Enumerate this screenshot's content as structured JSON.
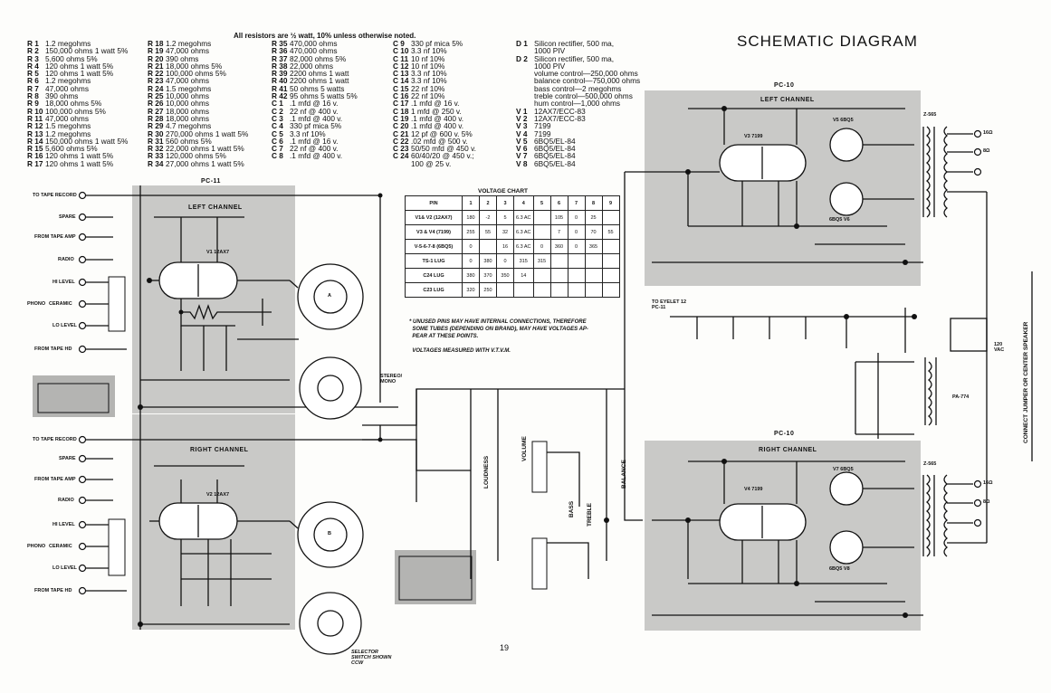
{
  "title": "SCHEMATIC DIAGRAM",
  "note": "All resistors are ½ watt, 10% unless otherwise noted.",
  "parts_col1": [
    [
      "R 1",
      "1.2 megohms"
    ],
    [
      "R 2",
      "150,000 ohms 1 watt 5%"
    ],
    [
      "R 3",
      "5,600 ohms 5%"
    ],
    [
      "R 4",
      "120 ohms 1 watt 5%"
    ],
    [
      "R 5",
      "120 ohms 1 watt 5%"
    ],
    [
      "R 6",
      "1.2 megohms"
    ],
    [
      "R 7",
      "47,000 ohms"
    ],
    [
      "R 8",
      "390 ohms"
    ],
    [
      "R 9",
      "18,000 ohms 5%"
    ],
    [
      "R 10",
      "100,000 ohms 5%"
    ],
    [
      "R 11",
      "47,000 ohms"
    ],
    [
      "R 12",
      "1.5 megohms"
    ],
    [
      "R 13",
      "1.2 megohms"
    ],
    [
      "R 14",
      "150,000 ohms 1 watt 5%"
    ],
    [
      "R 15",
      "5,600 ohms 5%"
    ],
    [
      "R 16",
      "120 ohms 1 watt 5%"
    ],
    [
      "R 17",
      "120 ohms 1 watt 5%"
    ]
  ],
  "parts_col2": [
    [
      "R 18",
      "1.2 megohms"
    ],
    [
      "R 19",
      "47,000 ohms"
    ],
    [
      "R 20",
      "390 ohms"
    ],
    [
      "R 21",
      "18,000 ohms 5%"
    ],
    [
      "R 22",
      "100,000 ohms 5%"
    ],
    [
      "R 23",
      "47,000 ohms"
    ],
    [
      "R 24",
      "1.5 megohms"
    ],
    [
      "R 25",
      "10,000 ohms"
    ],
    [
      "R 26",
      "10,000 ohms"
    ],
    [
      "R 27",
      "18,000 ohms"
    ],
    [
      "R 28",
      "18,000 ohms"
    ],
    [
      "R 29",
      "4.7 megohms"
    ],
    [
      "R 30",
      "270,000 ohms 1 watt 5%"
    ],
    [
      "R 31",
      "560 ohms 5%"
    ],
    [
      "R 32",
      "22,000 ohms 1 watt 5%"
    ],
    [
      "R 33",
      "120,000 ohms 5%"
    ],
    [
      "R 34",
      "27,000 ohms 1 watt 5%"
    ]
  ],
  "parts_col3": [
    [
      "R 35",
      "470,000 ohms"
    ],
    [
      "R 36",
      "470,000 ohms"
    ],
    [
      "R 37",
      "82,000 ohms 5%"
    ],
    [
      "R 38",
      "22,000 ohms"
    ],
    [
      "R 39",
      "2200 ohms 1 watt"
    ],
    [
      "R 40",
      "2200 ohms 1 watt"
    ],
    [
      "R 41",
      "50 ohms 5 watts"
    ],
    [
      "R 42",
      "95 ohms 5 watts 5%"
    ],
    [
      "C 1",
      ".1 mfd @ 16 v."
    ],
    [
      "C 2",
      "22 nf @ 400 v."
    ],
    [
      "C 3",
      ".1 mfd @ 400 v."
    ],
    [
      "C 4",
      "330 pf mica 5%"
    ],
    [
      "C 5",
      "3.3 nf 10%"
    ],
    [
      "C 6",
      ".1 mfd @ 16 v."
    ],
    [
      "C 7",
      "22 nf @ 400 v."
    ],
    [
      "C 8",
      ".1 mfd @ 400 v."
    ]
  ],
  "parts_col4": [
    [
      "C 9",
      "330 pf mica 5%"
    ],
    [
      "C 10",
      "3.3 nf 10%"
    ],
    [
      "C 11",
      "10 nf 10%"
    ],
    [
      "C 12",
      "10 nf 10%"
    ],
    [
      "C 13",
      "3.3 nf 10%"
    ],
    [
      "C 14",
      "3.3 nf 10%"
    ],
    [
      "C 15",
      "22 nf 10%"
    ],
    [
      "C 16",
      "22 nf 10%"
    ],
    [
      "C 17",
      ".1 mfd @ 16 v."
    ],
    [
      "C 18",
      "1 mfd @ 250 v."
    ],
    [
      "C 19",
      ".1 mfd @ 400 v."
    ],
    [
      "C 20",
      ".1 mfd @ 400 v."
    ],
    [
      "C 21",
      "12 pf @ 600 v. 5%"
    ],
    [
      "C 22",
      ".02 mfd @ 500 v."
    ],
    [
      "C 23",
      "50/50 mfd @ 450 v."
    ],
    [
      "C 24",
      "60/40/20 @ 450 v.;"
    ],
    [
      "",
      "100 @ 25 v."
    ]
  ],
  "parts_col5": [
    [
      "D 1",
      "Silicon rectifier, 500 ma,"
    ],
    [
      "",
      "1000 PIV"
    ],
    [
      "D 2",
      "Silicon rectifier, 500 ma,"
    ],
    [
      "",
      "1000 PIV"
    ],
    [
      "",
      "volume control—250,000 ohms"
    ],
    [
      "",
      "balance control—750,000 ohms"
    ],
    [
      "",
      "bass control—2 megohms"
    ],
    [
      "",
      "treble control—500,000 ohms"
    ],
    [
      "",
      "hum control—1,000 ohms"
    ],
    [
      "V 1",
      "12AX7/ECC-83"
    ],
    [
      "V 2",
      "12AX7/ECC-83"
    ],
    [
      "V 3",
      "7199"
    ],
    [
      "V 4",
      "7199"
    ],
    [
      "V 5",
      "6BQ5/EL-84"
    ],
    [
      "V 6",
      "6BQ5/EL-84"
    ],
    [
      "V 7",
      "6BQ5/EL-84"
    ],
    [
      "V 8",
      "6BQ5/EL-84"
    ]
  ],
  "labels": {
    "pc11": "PC-11",
    "left_channel": "LEFT CHANNEL",
    "right_channel": "RIGHT CHANNEL",
    "pc10": "PC-10",
    "pc10b": "PC-10",
    "to_tape_record": "TO TAPE RECORD",
    "spare": "SPARE",
    "from_tape_amp": "FROM TAPE AMP",
    "radio": "RADIO",
    "hi_level": "HI LEVEL",
    "phono": "PHONO",
    "ceramic": "CERAMIC",
    "lo_level": "LO LEVEL",
    "from_tape_hd": "FROM TAPE HD",
    "to_tape_record2": "TO TAPE RECORD",
    "spare2": "SPARE",
    "from_tape_amp2": "FROM TAPE AMP",
    "radio2": "RADIO",
    "hi_level2": "HI LEVEL",
    "phono2": "PHONO",
    "ceramic2": "CERAMIC",
    "lo_level2": "LO LEVEL",
    "from_tape_hd2": "FROM TAPE HD",
    "z565a": "Z-565",
    "z565b": "Z-565",
    "pa774": "PA-774",
    "stereo_mono": "STEREO/ MONO",
    "selector": "SELECTOR SWITCH SHOWN CCW",
    "eyelet": "TO EYELET 12 PC-11",
    "balance": "BALANCE",
    "treble": "TREBLE",
    "bass": "BASS",
    "volume": "VOLUME",
    "loudness": "LOUDNESS",
    "connect": "CONNECT JUMPER OR CENTER SPEAKER",
    "ohm16a": "16Ω",
    "ohm8a": "8Ω",
    "ohm16b": "16Ω",
    "ohm8b": "8Ω",
    "vac": "120 VAC",
    "v1": "V1 12AX7",
    "v2": "V2 12AX7",
    "v3": "V3 7199",
    "v4": "V4 7199",
    "v5": "V5 6BQ5",
    "v6": "6BQ5 V6",
    "v7": "V7 6BQ5",
    "v8": "6BQ5 V8",
    "cap_a": "A",
    "cap_b": "B"
  },
  "voltage_chart": {
    "title": "VOLTAGE CHART",
    "header": [
      "PIN",
      "1",
      "2",
      "3",
      "4",
      "5",
      "6",
      "7",
      "8",
      "9"
    ],
    "rows": [
      [
        "V1& V2 (12AX7)",
        "180",
        "-2",
        "5",
        "6.3 AC",
        "",
        "105",
        "0",
        "25",
        ""
      ],
      [
        "V3 & V4 (7199)",
        "255",
        "55",
        "32",
        "6.3 AC",
        "",
        "7",
        "0",
        "70",
        "55"
      ],
      [
        "V-5-6-7-8 (6BQ5)",
        "0",
        "",
        "16",
        "6.3 AC",
        "0",
        "360",
        "0",
        "365",
        ""
      ],
      [
        "TS-1 LUG",
        "0",
        "380",
        "0",
        "315",
        "315",
        "",
        "",
        "",
        ""
      ],
      [
        "C24 LUG",
        "380",
        "370",
        "350",
        "14",
        "",
        "",
        "",
        "",
        ""
      ],
      [
        "C23 LUG",
        "320",
        "250",
        "",
        "",
        "",
        "",
        "",
        "",
        ""
      ]
    ]
  },
  "footnote": "* UNUSED PINS MAY HAVE INTERNAL CONNECTIONS, THEREFORE\n  SOME TUBES (DEPENDING ON BRAND), MAY HAVE VOLTAGES AP-\n  PEAR AT THESE POINTS.\n\n  VOLTAGES MEASURED WITH V.T.V.M.",
  "page_number": "19"
}
